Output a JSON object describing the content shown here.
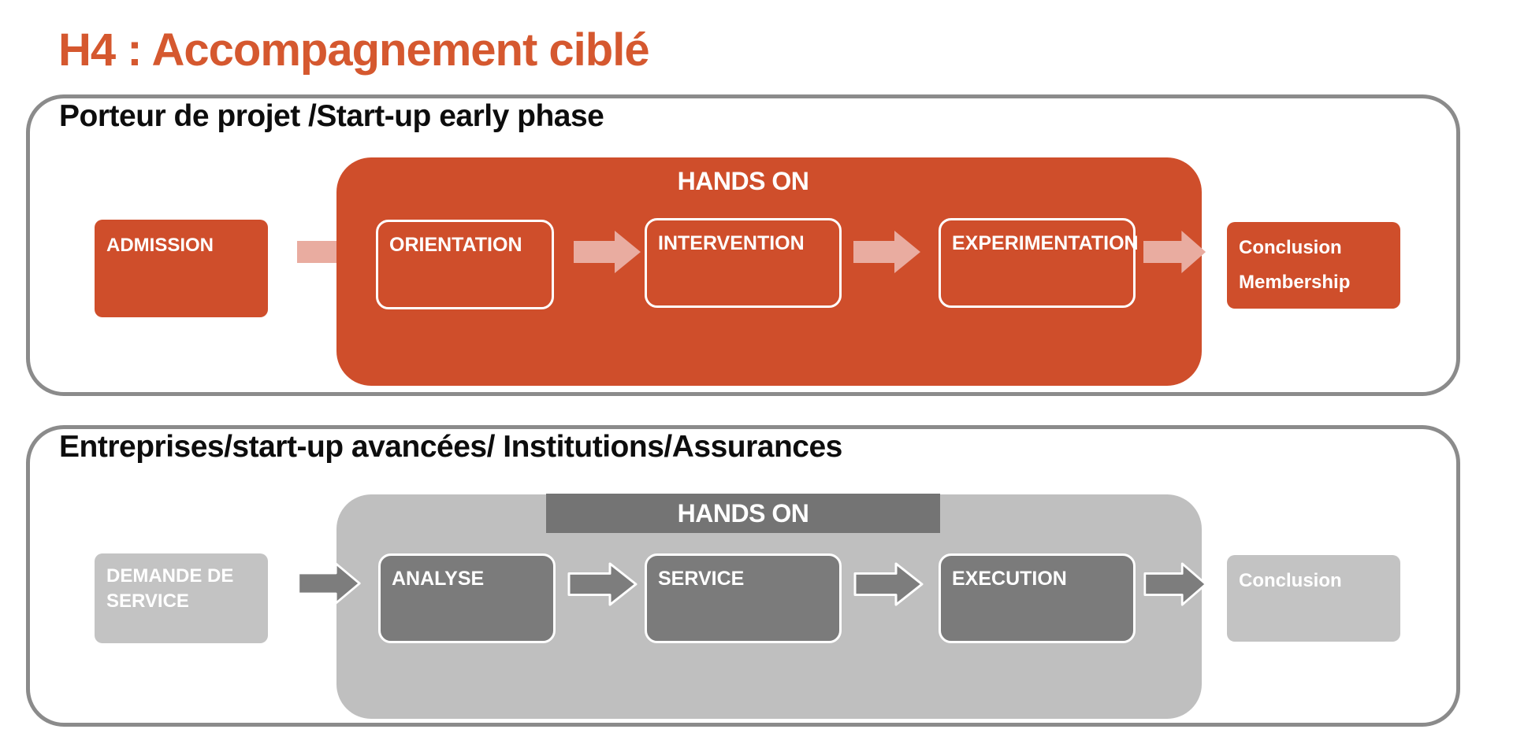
{
  "slide": {
    "title": "H4 : Accompagnement ciblé"
  },
  "colors": {
    "title_orange": "#d5582f",
    "accent_orange": "#cf4e2b",
    "pink_arrow": "#e9aca0",
    "frame_border_gray": "#8b8b8b",
    "light_gray_box": "#c3c3c3",
    "container_gray": "#bfbfbf",
    "dark_gray_box": "#7b7b7b",
    "hands_on_bar_gray": "#747474",
    "gray_arrow": "#7d7d7d",
    "text_white": "#ffffff",
    "header_black": "#0d0d0d"
  },
  "panel_early": {
    "header": "Porteur de projet /Start-up early phase",
    "entry_box": "ADMISSION",
    "hands_on_label": "HANDS ON",
    "steps": [
      "ORIENTATION",
      "INTERVENTION",
      "EXPERIMENTATION"
    ],
    "exit_box_lines": [
      "Conclusion",
      "Membership"
    ]
  },
  "panel_advanced": {
    "header": "Entreprises/start-up avancées/ Institutions/Assurances",
    "entry_box_lines": [
      "DEMANDE DE",
      "SERVICE"
    ],
    "hands_on_label": "HANDS ON",
    "steps": [
      "ANALYSE",
      "SERVICE",
      "EXECUTION"
    ],
    "exit_box": "Conclusion"
  }
}
